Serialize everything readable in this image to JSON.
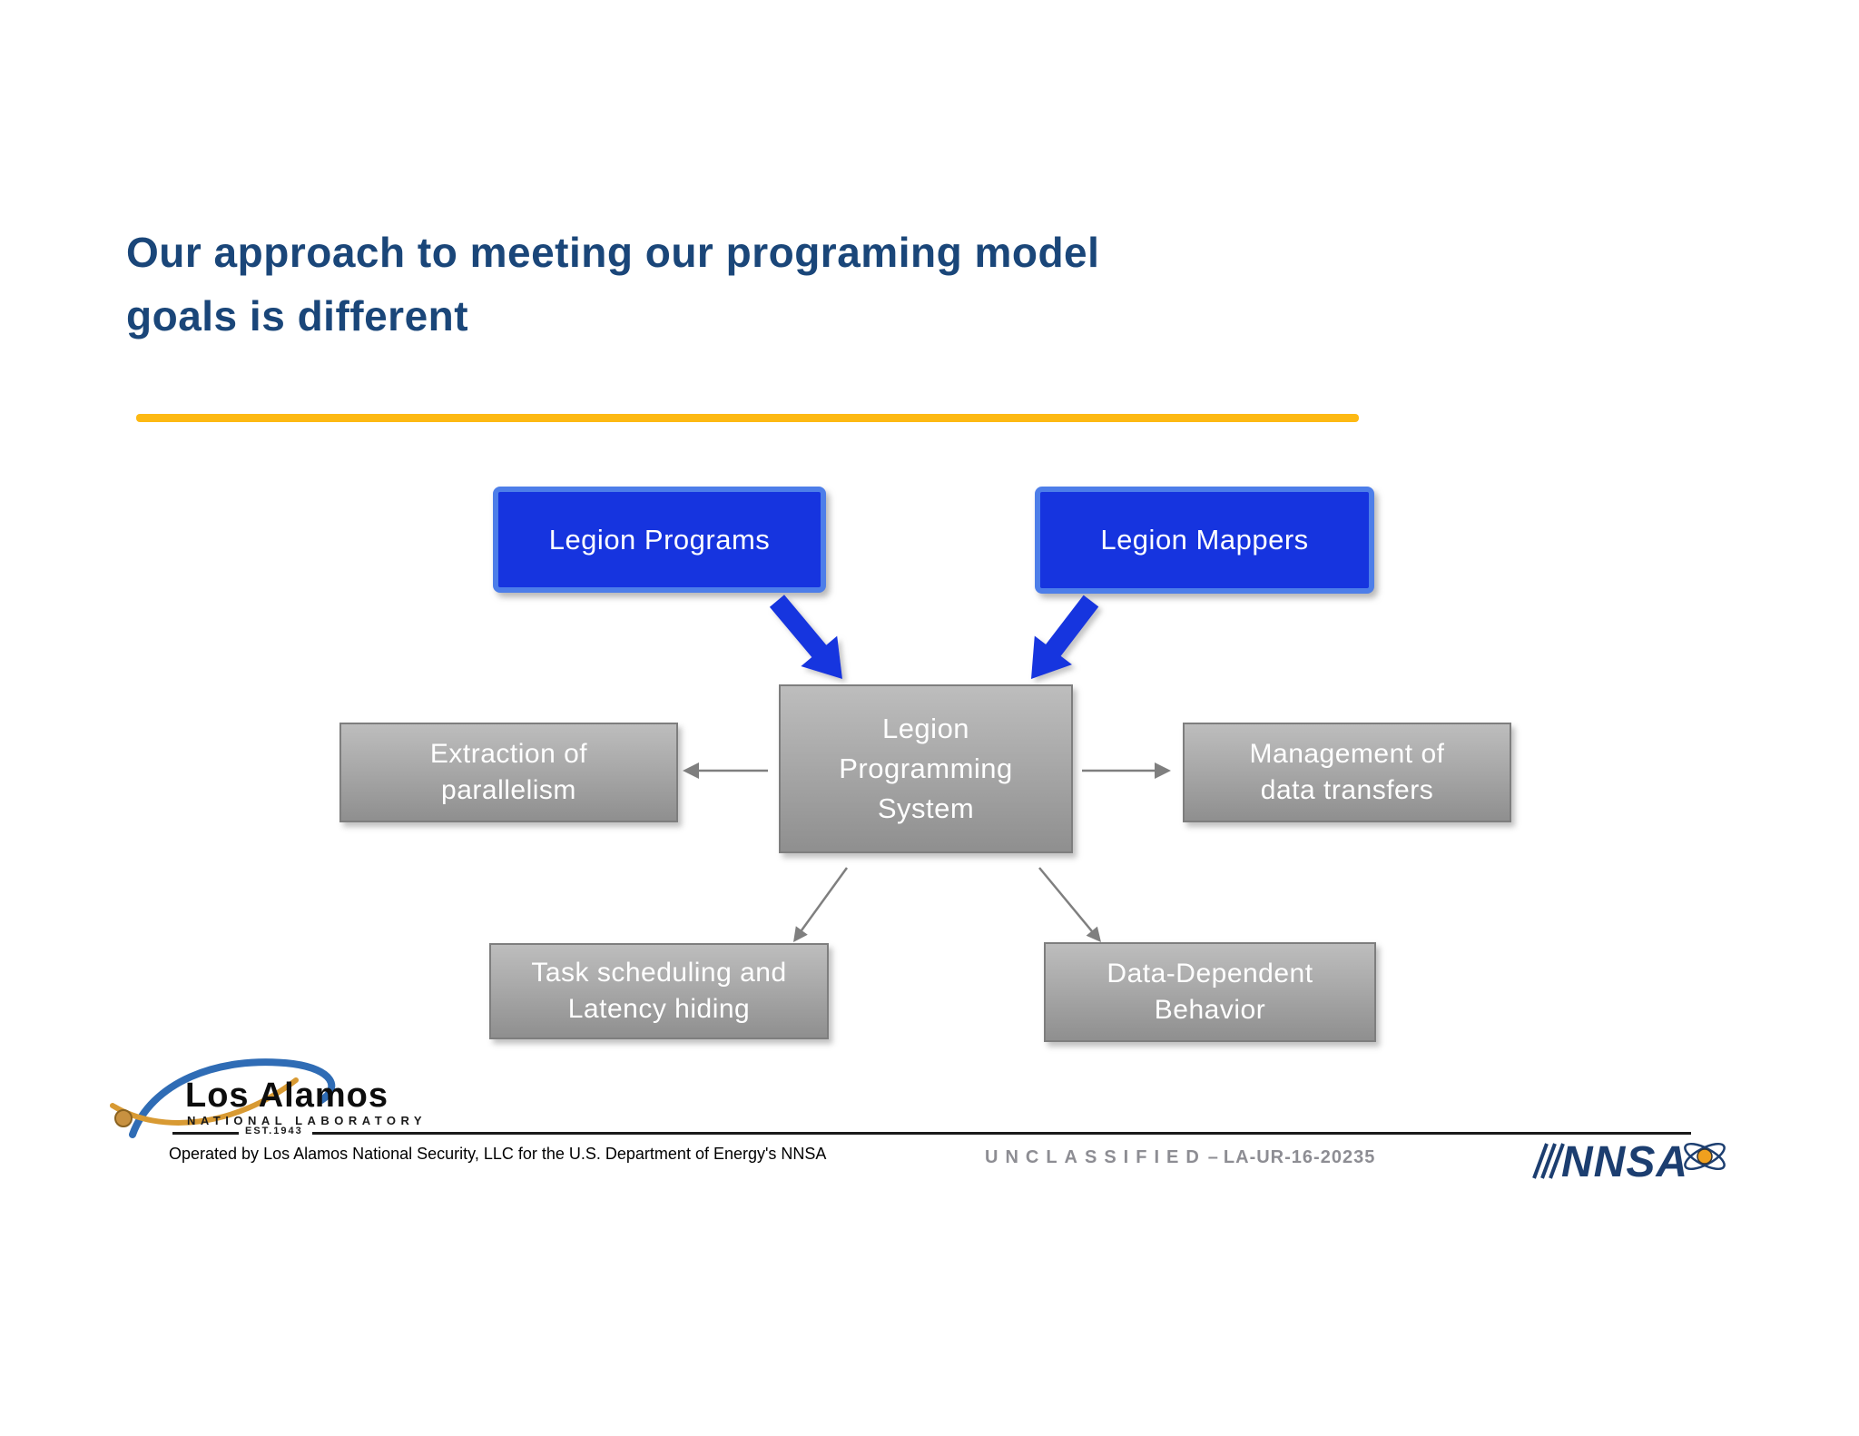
{
  "title": {
    "line1": "Our approach to meeting our programing model",
    "line2": "goals is different"
  },
  "diagram": {
    "legion_programs": "Legion Programs",
    "legion_mappers": "Legion Mappers",
    "center_lines": [
      "Legion",
      "Programming",
      "System"
    ],
    "extraction_lines": [
      "Extraction of",
      "parallelism"
    ],
    "management_lines": [
      "Management of",
      "data transfers"
    ],
    "task_lines": [
      "Task scheduling and",
      "Latency hiding"
    ],
    "data_dependent_lines": [
      "Data-Dependent",
      "Behavior"
    ]
  },
  "footer": {
    "logo_name": "Los Alamos",
    "logo_sub": "NATIONAL LABORATORY",
    "logo_est": "EST.1943",
    "operated": "Operated by Los Alamos National Security, LLC for the U.S. Department of Energy's NNSA",
    "classification_word": "UNCLASSIFIED",
    "classification_sep": "–",
    "report_number": "LA-UR-16-20235",
    "nnsa": "NNSA"
  },
  "colors": {
    "title_navy": "#1a4679",
    "gold": "#fdb913",
    "box_blue": "#1634df",
    "box_blue_border": "#4d7ee9",
    "gray_box_top": "#bdbdbd",
    "gray_box_bottom": "#8f8f8f",
    "arrow_gray": "#7f7f7f",
    "nnsa_navy": "#1c3e70"
  }
}
